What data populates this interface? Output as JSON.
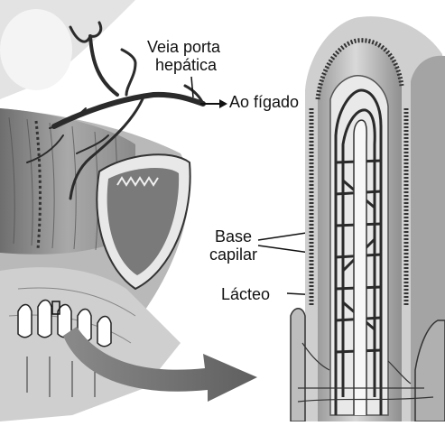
{
  "labels": {
    "portal_vein_line1": "Veia porta",
    "portal_vein_line2": "hepática",
    "to_liver": "Ao fígado",
    "capillary_line1": "Base",
    "capillary_line2": "capilar",
    "lacteal": "Lácteo"
  },
  "colors": {
    "background": "#ffffff",
    "ink": "#111111",
    "tissue_dark": "#5a5a5a",
    "tissue_mid": "#9a9a9a",
    "tissue_light": "#d4d4d4",
    "arrow_fill": "#6a6a6a"
  }
}
